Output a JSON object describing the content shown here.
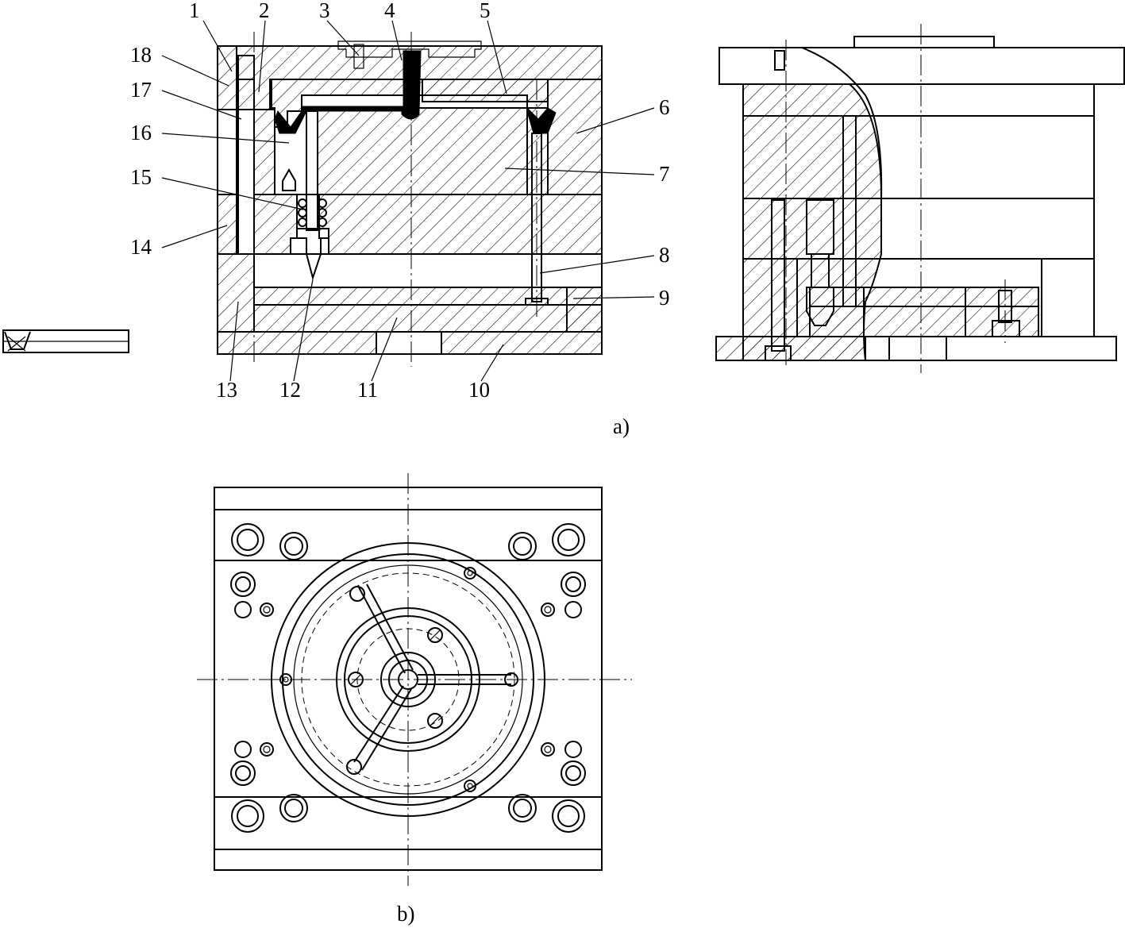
{
  "part_labels": [
    "1",
    "2",
    "3",
    "4",
    "5",
    "6",
    "7",
    "8",
    "9",
    "10",
    "11",
    "12",
    "13",
    "14",
    "15",
    "16",
    "17",
    "18"
  ],
  "captions": {
    "a": "a)",
    "b": "b)"
  }
}
